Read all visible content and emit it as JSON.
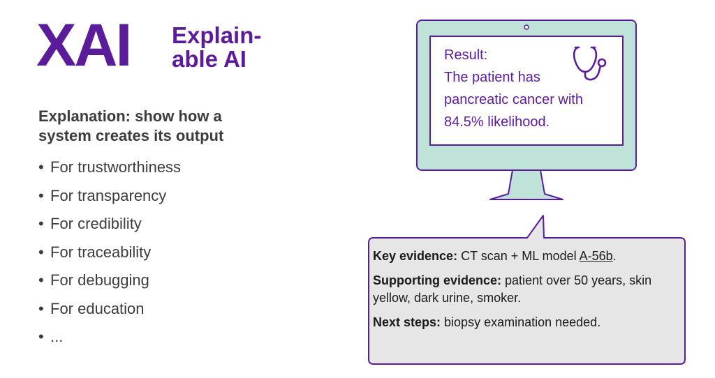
{
  "logo": {
    "title": "XAI",
    "subtitle_line1": "Explain-",
    "subtitle_line2": "able AI"
  },
  "explanation": {
    "heading_line1": "Explanation: show how a",
    "heading_line2": "system creates its output",
    "bullets": [
      "For trustworthiness",
      "For transparency",
      "For credibility",
      "For traceability",
      "For debugging",
      "For education",
      "..."
    ]
  },
  "screen": {
    "label": "Result:",
    "line1": "The patient has",
    "line2": "pancreatic cancer with",
    "line3": "84.5% likelihood.",
    "icon": "stethoscope-icon"
  },
  "evidence": {
    "key_label": "Key evidence:",
    "key_text": " CT scan + ML model ",
    "key_model": "A-56b",
    "key_end": ".",
    "supporting_label": "Supporting evidence:",
    "supporting_text": " patient over 50 years, skin yellow, dark urine, smoker.",
    "next_label": "Next steps:",
    "next_text": " biopsy examination needed."
  },
  "colors": {
    "brand_purple": "#5b1c9a",
    "monitor_fill": "#bfe3d9",
    "callout_fill": "#e6e6e6"
  }
}
